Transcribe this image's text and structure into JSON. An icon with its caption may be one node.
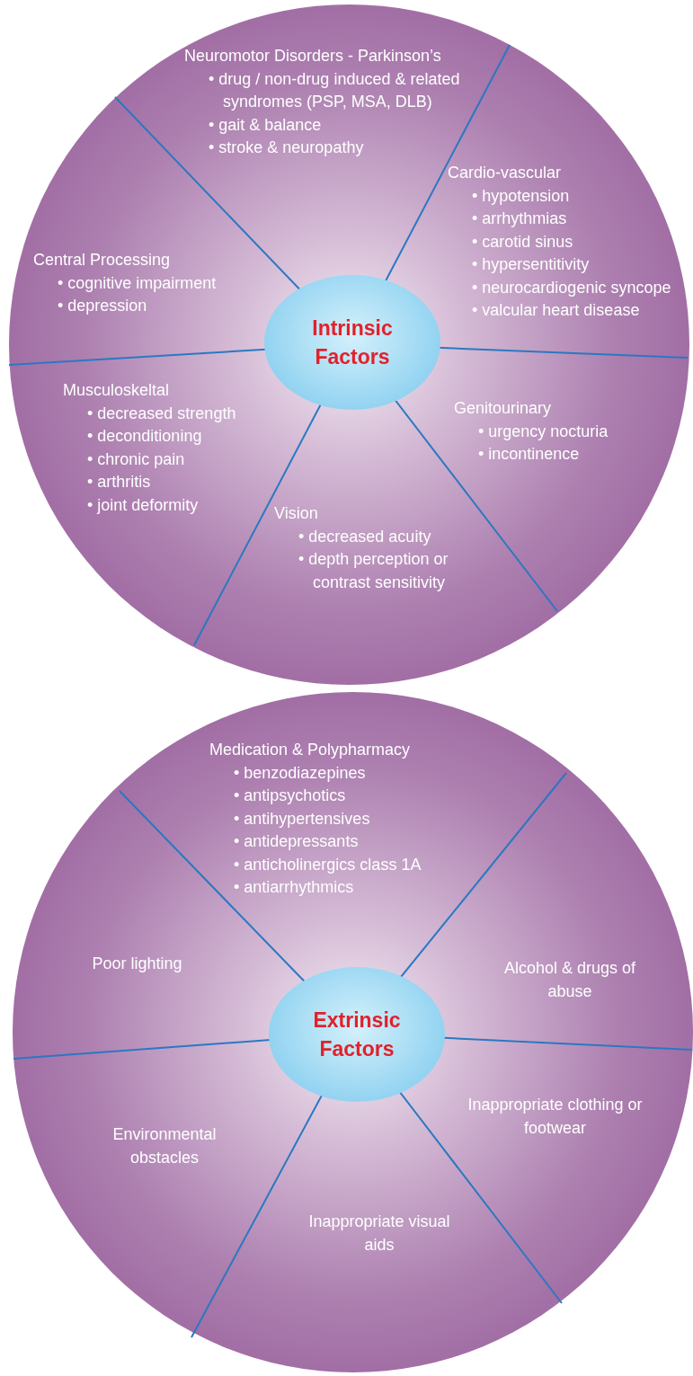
{
  "diagram": {
    "nodes": [
      {
        "text": [],
        "shape": "circle"
      },
      {
        "text": [
          "Intrinsic Factors"
        ],
        "in": 0
      },
      {
        "text": [
          "Neuromotor Disorders - Parkinson’s",
          "• drug / non-drug induced & related syndromes (PSP, MSA, DLB)",
          "• gait & balance",
          "• stroke & neuropathy"
        ],
        "in": 0
      },
      {
        "text": [
          "Cardio-vascular",
          "• hypotension",
          "• arrhythmias",
          "• carotid sinus",
          "• hypersentitivity",
          "• neurocardiogenic syncope",
          "• valcular heart disease"
        ],
        "in": 0
      },
      {
        "text": [
          "Central Processing",
          "• cognitive impairment",
          "• depression"
        ],
        "in": 0
      },
      {
        "text": [
          "Musculoskeltal",
          "• decreased strength",
          "• deconditioning",
          "• chronic pain",
          "• arthritis",
          "• joint deformity"
        ],
        "in": 0
      },
      {
        "text": [
          "Genitourinary",
          "• urgency nocturia",
          "• incontinence"
        ],
        "in": 0
      },
      {
        "text": [
          "Vision",
          "• decreased acuity",
          "• depth perception or contrast sensitivity"
        ],
        "in": 0
      },
      {
        "text": [],
        "shape": "circle"
      },
      {
        "text": [
          "Extrinsic Factors"
        ],
        "in": 8
      },
      {
        "text": [
          "Medication & Polypharmacy",
          "• benzodiazepines",
          "• antipsychotics",
          "• antihypertensives",
          "• antidepressants",
          "• anticholinergics class 1A",
          "• antiarrhythmics"
        ],
        "in": 8
      },
      {
        "text": [
          "Poor lighting"
        ],
        "in": 8
      },
      {
        "text": [
          "Alcohol & drugs of abuse"
        ],
        "in": 8
      },
      {
        "text": [
          "Inappropriate clothing or footwear"
        ],
        "in": 8
      },
      {
        "text": [
          "Environmental obstacles"
        ],
        "in": 8
      },
      {
        "text": [
          "Inappropriate visual aids"
        ],
        "in": 8
      }
    ]
  }
}
